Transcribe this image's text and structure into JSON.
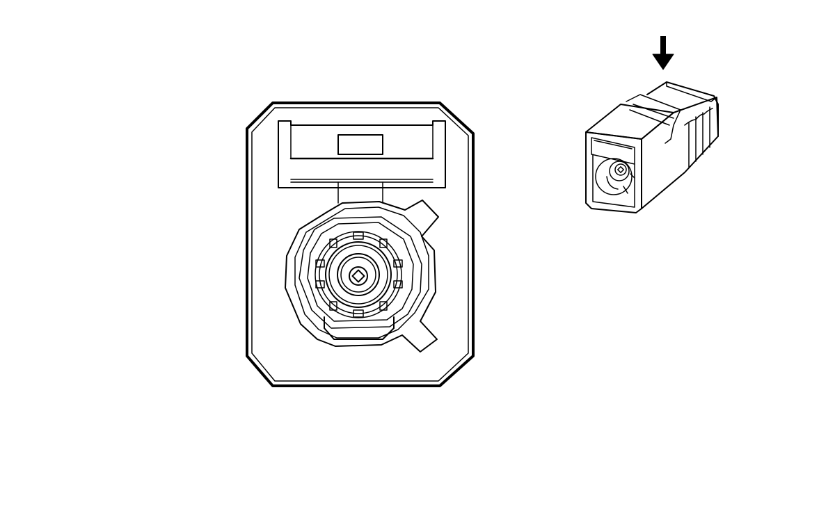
{
  "figure": {
    "type": "line-art connector diagram",
    "background_color": "#ffffff",
    "line_color": "#000000",
    "components": [
      {
        "name": "connector-face-view",
        "description_icon": "coaxial-connector-front"
      },
      {
        "name": "connector-isometric-view",
        "description_icon": "coaxial-connector-3d"
      },
      {
        "name": "insertion-arrow",
        "description_icon": "arrow-down-icon"
      }
    ]
  }
}
